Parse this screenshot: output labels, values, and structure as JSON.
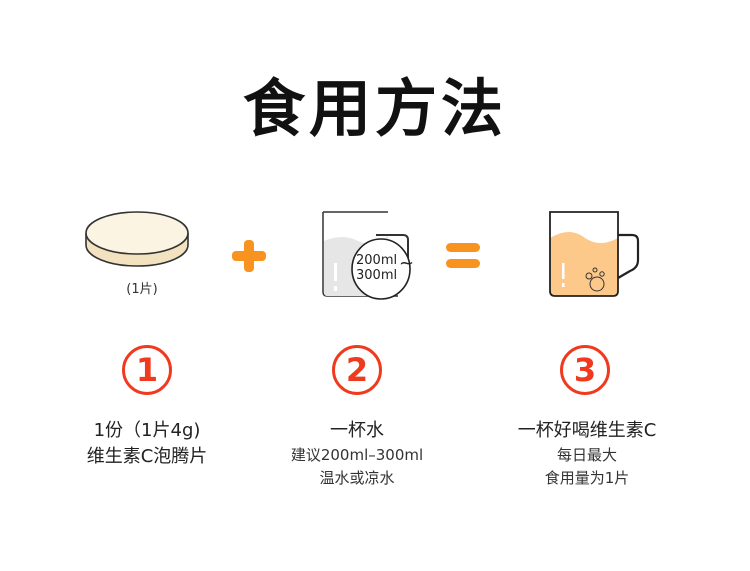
{
  "title": "食用方法",
  "illustrations": {
    "tablet_label": "(1片)",
    "water_label_line1": "200ml",
    "water_label_line2": "300ml",
    "water_label_tilde": "~"
  },
  "colors": {
    "accent": "#f7931e",
    "number": "#f03a1f",
    "drink": "#fdc98a",
    "tablet": "#fbf4e2"
  },
  "steps": [
    {
      "number": "1",
      "lines": [
        "1份（1片4g)",
        "维生素C泡腾片"
      ]
    },
    {
      "number": "2",
      "lines": [
        "一杯水",
        "建议200ml–300ml",
        "温水或凉水"
      ]
    },
    {
      "number": "3",
      "lines": [
        "一杯好喝维生素C",
        "每日最大",
        "食用量为1片"
      ]
    }
  ]
}
